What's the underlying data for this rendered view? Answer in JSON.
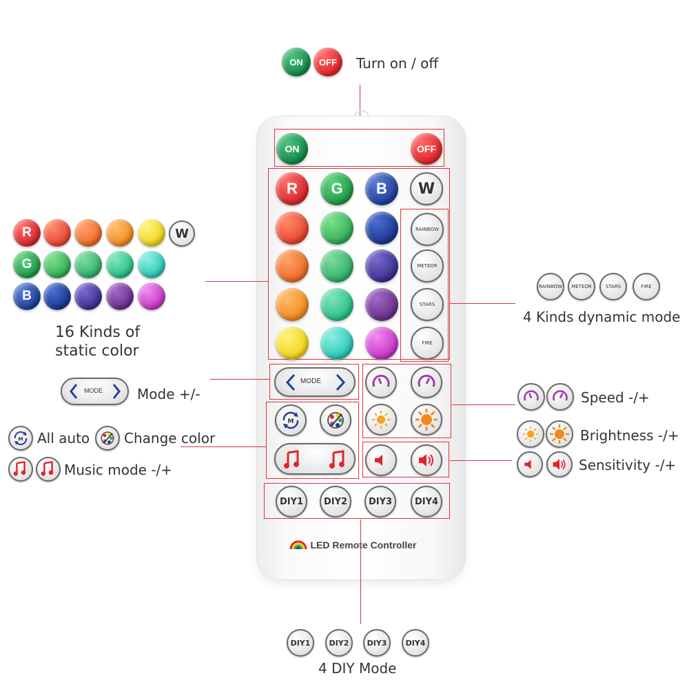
{
  "top": {
    "on_label": "ON",
    "off_label": "OFF",
    "caption": "Turn on / off"
  },
  "colors": {
    "red": "#d8262c",
    "green": "#1f9a48",
    "blue": "#1f3f99",
    "on_green": "#14894a",
    "off_red": "#e2242a",
    "highlight": "#d9343c"
  },
  "static_color": {
    "row_labels": [
      "R",
      "G",
      "B",
      "W"
    ],
    "caption_line1": "16 Kinds of",
    "caption_line2": "static color"
  },
  "dynamic": {
    "buttons": [
      "RAINBOW",
      "METEOR",
      "STARS",
      "FIRE"
    ],
    "caption": "4 Kinds dynamic mode"
  },
  "mode": {
    "label": "MODE",
    "caption": "Mode +/-"
  },
  "speed": {
    "caption": "Speed -/+"
  },
  "brightness": {
    "caption": "Brightness -/+"
  },
  "sensitivity": {
    "caption": "Sensitivity -/+"
  },
  "auto": {
    "m_label": "M",
    "all_auto_caption": "All auto",
    "change_color_caption": "Change color",
    "music_caption": "Music mode -/+"
  },
  "diy": {
    "buttons": [
      "DIY1",
      "DIY2",
      "DIY3",
      "DIY4"
    ],
    "caption": "4 DIY Mode"
  },
  "brand": {
    "text": "LED Remote Controller"
  }
}
